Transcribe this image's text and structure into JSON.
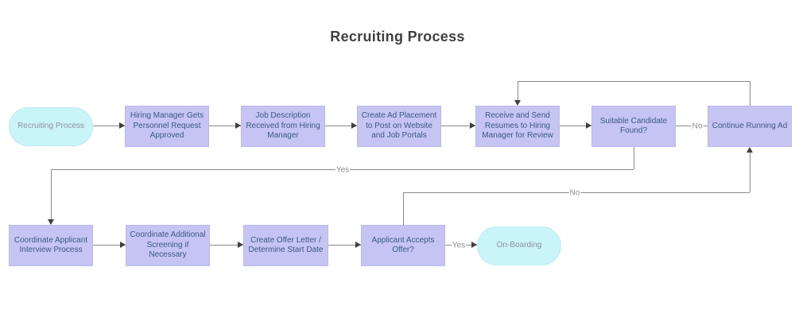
{
  "title": "Recruiting Process",
  "nodes": {
    "start": {
      "label": "Recruiting Process",
      "shape": "terminator"
    },
    "approval": {
      "label": "Hiring Manager Gets Personnel Request Approved",
      "shape": "process"
    },
    "job_description": {
      "label": "Job Description Received from Hiring Manager",
      "shape": "process"
    },
    "ad_placement": {
      "label": "Create Ad Placement to Post on Website and Job Portals",
      "shape": "process"
    },
    "resumes": {
      "label": "Receive and Send Resumes to Hiring Manager for Review",
      "shape": "process"
    },
    "suitable": {
      "label": "Suitable Candidate Found?",
      "shape": "process"
    },
    "continue_ad": {
      "label": "Continue Running Ad",
      "shape": "process"
    },
    "interview": {
      "label": "Coordinate Applicant Interview Process",
      "shape": "process"
    },
    "screening": {
      "label": "Coordinate Additional Screening if Necessary",
      "shape": "process"
    },
    "offer_letter": {
      "label": "Create Offer Letter / Determine Start Date",
      "shape": "process"
    },
    "accepts": {
      "label": "Applicant Accepts Offer?",
      "shape": "process"
    },
    "onboarding": {
      "label": "On-Boarding",
      "shape": "terminator"
    }
  },
  "edge_labels": {
    "suitable_no": "No",
    "suitable_yes": "Yes",
    "accepts_no": "No",
    "accepts_yes": "Yes"
  },
  "colors": {
    "process_fill": "#c6c4f2",
    "terminator_fill": "#c9f4f8",
    "process_text": "#3a5a80",
    "terminator_text": "#8f8fa0",
    "line": "#8a8a8a",
    "arrowhead": "#3f3f3f",
    "edge_label_text": "#8c8c8c",
    "title_text": "#404040",
    "background": "#ffffff"
  }
}
